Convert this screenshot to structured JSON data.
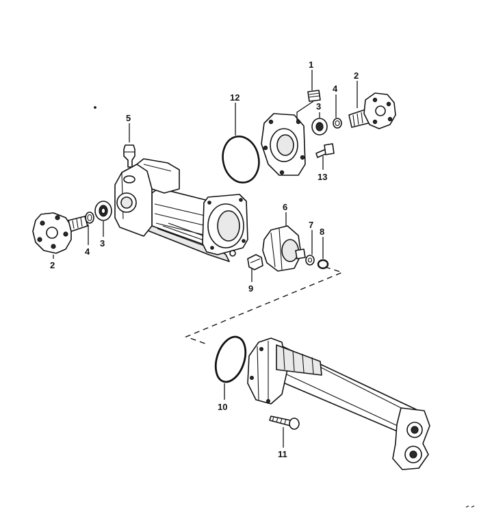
{
  "callouts": {
    "c1": "1",
    "c2a": "2",
    "c3a": "3",
    "c4a": "4",
    "c12": "12",
    "c13": "13",
    "c5": "5",
    "c2b": "2",
    "c4b": "4",
    "c3b": "3",
    "c6": "6",
    "c7": "7",
    "c8": "8",
    "c9": "9",
    "c10": "10",
    "c11": "11"
  }
}
